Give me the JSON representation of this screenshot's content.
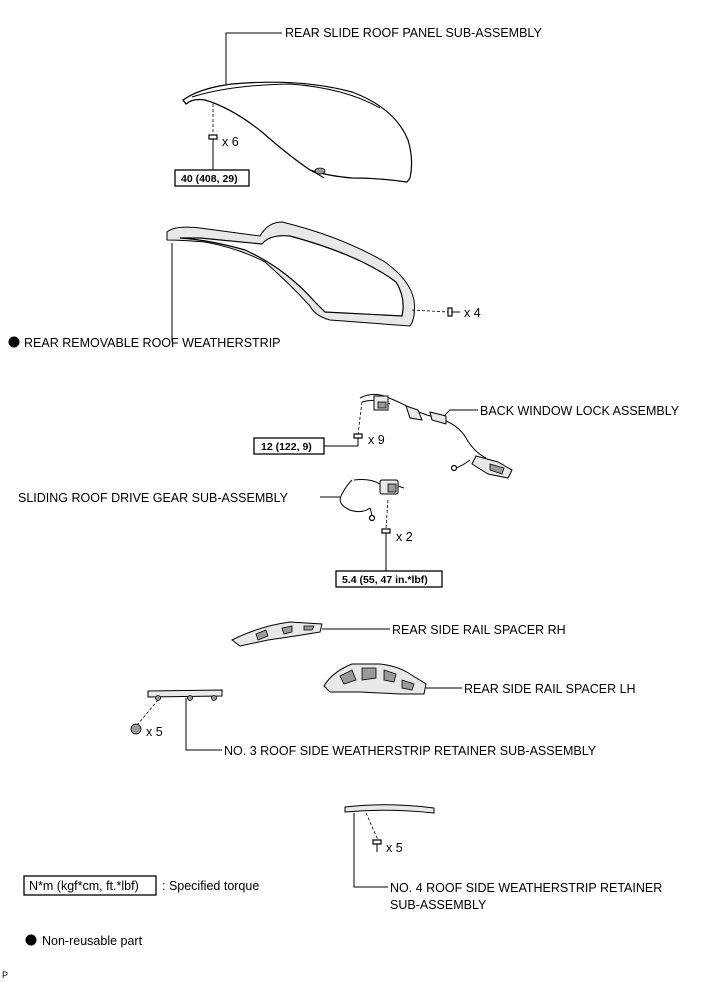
{
  "labels": {
    "rear_slide_roof_panel": "REAR SLIDE ROOF PANEL SUB-ASSEMBLY",
    "rear_removable_roof_weatherstrip": "REAR REMOVABLE ROOF WEATHERSTRIP",
    "back_window_lock": "BACK WINDOW LOCK ASSEMBLY",
    "sliding_roof_drive_gear": "SLIDING ROOF DRIVE GEAR SUB-ASSEMBLY",
    "rear_side_rail_spacer_rh": "REAR SIDE RAIL SPACER RH",
    "rear_side_rail_spacer_lh": "REAR SIDE RAIL SPACER LH",
    "no3_retainer": "NO. 3 ROOF SIDE WEATHERSTRIP RETAINER SUB-ASSEMBLY",
    "no4_retainer_line1": "NO. 4 ROOF SIDE WEATHERSTRIP RETAINER",
    "no4_retainer_line2": "SUB-ASSEMBLY"
  },
  "quantities": {
    "panel_bolts": "x 6",
    "weatherstrip_screws": "x 4",
    "lock_bolts": "x 9",
    "drive_gear_bolts": "x 2",
    "no3_clips": "x 5",
    "no4_clips": "x 5"
  },
  "torques": {
    "panel": "40 (408, 29)",
    "lock": "12 (122, 9)",
    "drive_gear": "5.4 (55, 47 in.*lbf)"
  },
  "legend": {
    "torque_unit_box": "N*m (kgf*cm, ft.*lbf)",
    "torque_desc": ": Specified torque",
    "non_reusable": "Non-reusable part"
  },
  "corner_mark": "P"
}
